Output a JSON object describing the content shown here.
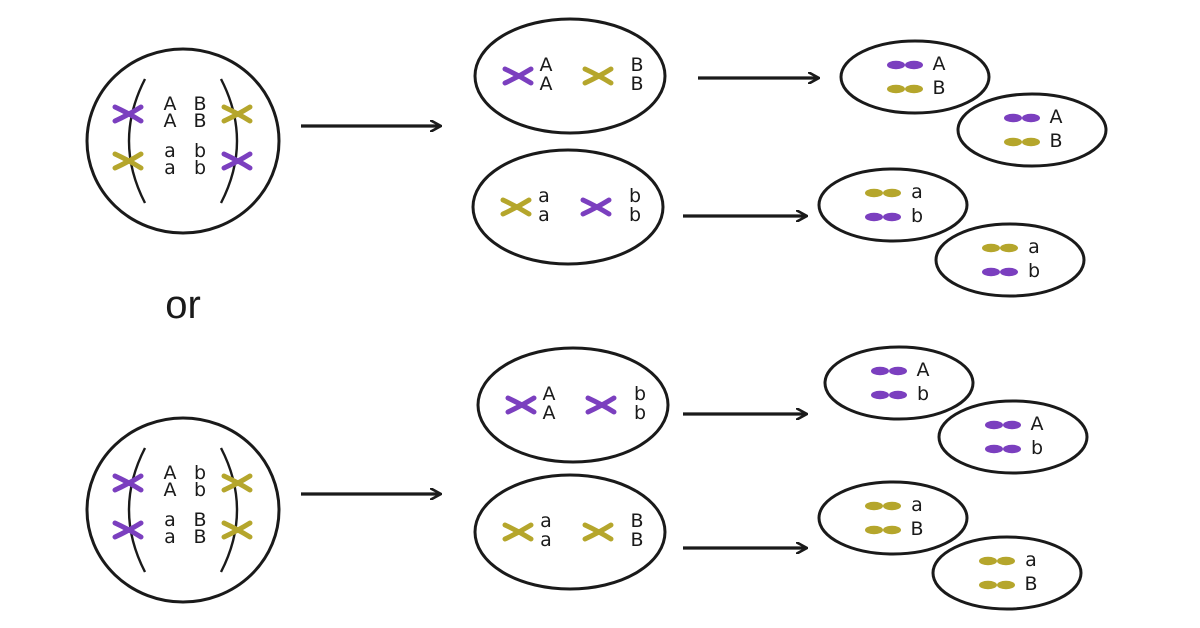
{
  "colors": {
    "purple": "#7b3fbf",
    "olive": "#b5a62c",
    "outline": "#1a1a1a",
    "background": "#ffffff"
  },
  "separator": "or",
  "scenarios": [
    {
      "parent": {
        "top_row": [
          "A",
          "A",
          "B",
          "B"
        ],
        "bottom_row": [
          "a",
          "a",
          "b",
          "b"
        ],
        "chromosome_colors": [
          "purple",
          "olive",
          "olive",
          "purple"
        ]
      },
      "intermediate_cells": [
        {
          "letters": [
            "A",
            "A",
            "B",
            "B"
          ],
          "chromosome_colors": [
            "purple",
            "olive"
          ]
        },
        {
          "letters": [
            "a",
            "a",
            "b",
            "b"
          ],
          "chromosome_colors": [
            "olive",
            "purple"
          ]
        }
      ],
      "gametes": [
        {
          "letters": [
            "A",
            "B"
          ],
          "chromosome_colors": [
            "purple",
            "olive"
          ]
        },
        {
          "letters": [
            "A",
            "B"
          ],
          "chromosome_colors": [
            "purple",
            "olive"
          ]
        },
        {
          "letters": [
            "a",
            "b"
          ],
          "chromosome_colors": [
            "olive",
            "purple"
          ]
        },
        {
          "letters": [
            "a",
            "b"
          ],
          "chromosome_colors": [
            "olive",
            "purple"
          ]
        }
      ]
    },
    {
      "parent": {
        "top_row": [
          "A",
          "A",
          "b",
          "b"
        ],
        "bottom_row": [
          "a",
          "a",
          "B",
          "B"
        ],
        "chromosome_colors": [
          "purple",
          "purple",
          "olive",
          "olive"
        ]
      },
      "intermediate_cells": [
        {
          "letters": [
            "A",
            "A",
            "b",
            "b"
          ],
          "chromosome_colors": [
            "purple",
            "purple"
          ]
        },
        {
          "letters": [
            "a",
            "a",
            "B",
            "B"
          ],
          "chromosome_colors": [
            "olive",
            "olive"
          ]
        }
      ],
      "gametes": [
        {
          "letters": [
            "A",
            "b"
          ],
          "chromosome_colors": [
            "purple",
            "purple"
          ]
        },
        {
          "letters": [
            "A",
            "b"
          ],
          "chromosome_colors": [
            "purple",
            "purple"
          ]
        },
        {
          "letters": [
            "a",
            "B"
          ],
          "chromosome_colors": [
            "olive",
            "olive"
          ]
        },
        {
          "letters": [
            "a",
            "B"
          ],
          "chromosome_colors": [
            "olive",
            "olive"
          ]
        }
      ]
    }
  ]
}
